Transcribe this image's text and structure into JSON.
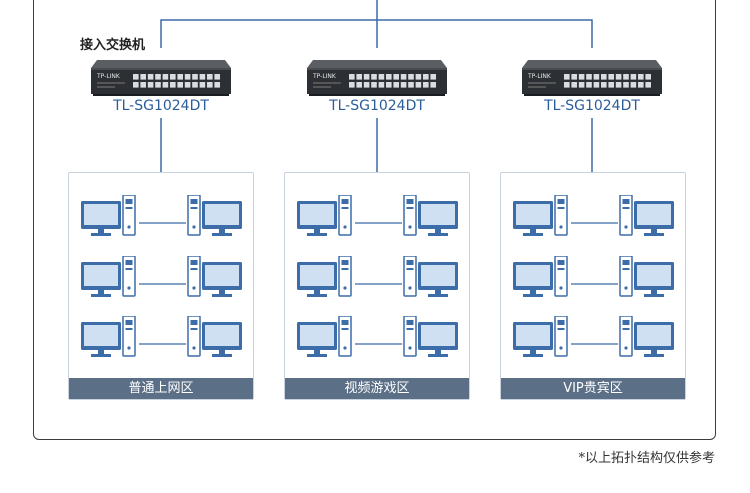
{
  "access_switch_label": "接入交换机",
  "switches": [
    {
      "model": "TL-SG1024DT",
      "brand": "TP-LINK"
    },
    {
      "model": "TL-SG1024DT",
      "brand": "TP-LINK"
    },
    {
      "model": "TL-SG1024DT",
      "brand": "TP-LINK"
    }
  ],
  "zones": [
    {
      "label": "普通上网区"
    },
    {
      "label": "视频游戏区"
    },
    {
      "label": "VIP贵宾区"
    }
  ],
  "footnote": "*以上拓扑结构仅供参考",
  "colors": {
    "wire": "#3b6aa8",
    "monitor": "#3d6da8",
    "zone_band": "#5b6f87",
    "frame": "#3c3c3c"
  },
  "icons": {
    "switch": "network-switch-icon",
    "computer": "desktop-computer-icon"
  }
}
